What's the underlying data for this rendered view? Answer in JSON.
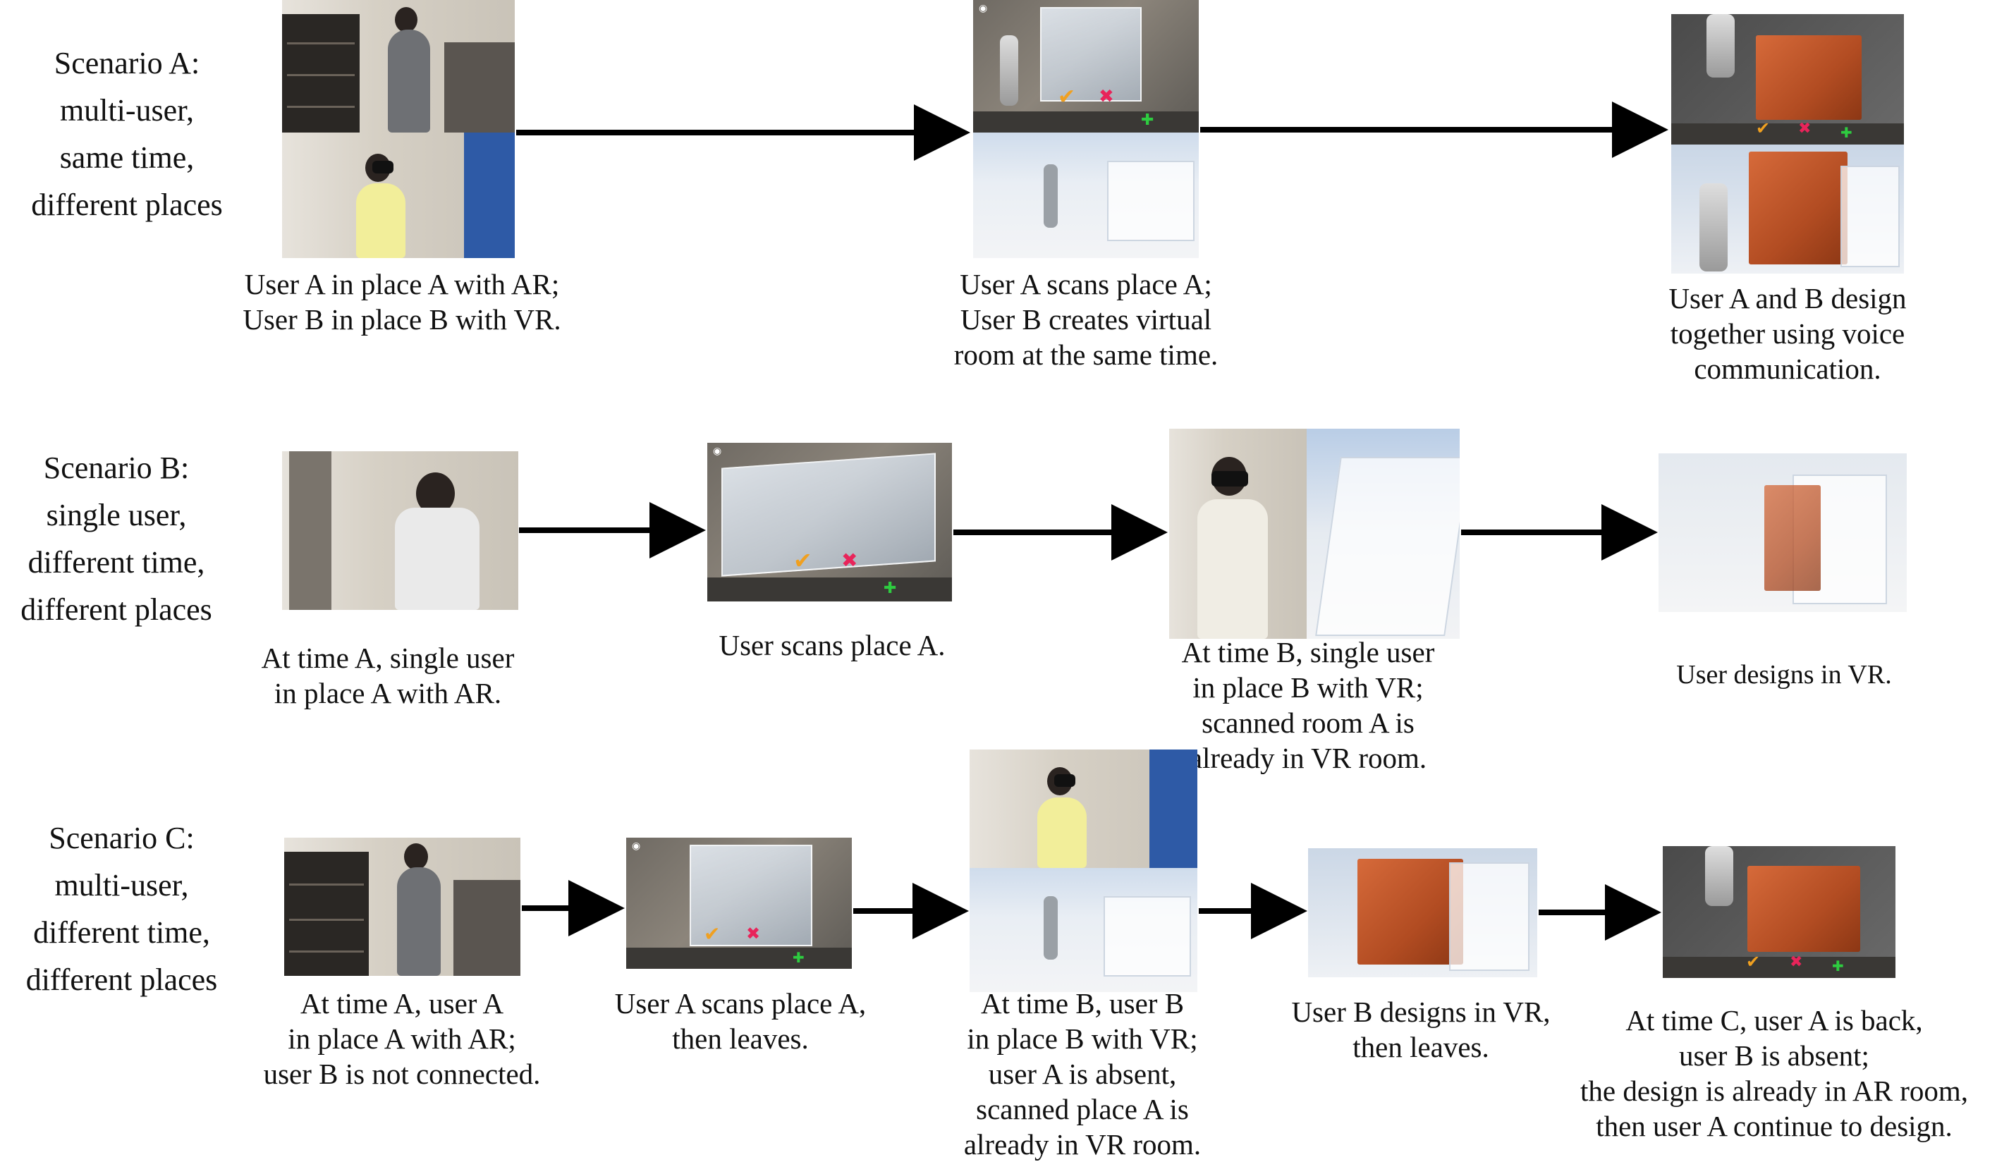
{
  "scenarios": [
    {
      "title": "Scenario A:\nmulti-user,\nsame time,\ndifferent places"
    },
    {
      "title": "Scenario B:\nsingle user,\ndifferent time,\ndifferent places"
    },
    {
      "title": "Scenario C:\nmulti-user,\ndifferent time,\ndifferent places"
    }
  ],
  "captions": {
    "a1": "User A in place A with AR;\nUser B in place B with VR.",
    "a2": "User A scans place A;\nUser B creates virtual\nroom at the same time.",
    "a3": "User A and B design\ntogether using voice\ncommunication.",
    "b1": "At time A, single user\nin place A with AR.",
    "b2": "User scans place A.",
    "b3": "At time B, single user\nin place B with VR;\nscanned room A is\nalready in VR room.",
    "b4": "User designs in VR.",
    "c1": "At time A, user A\nin place A with AR;\nuser B is not connected.",
    "c2": "User A scans place A,\nthen leaves.",
    "c3": "At time B, user B\nin place B with VR;\nuser A is absent,\nscanned place A is\nalready in VR room.",
    "c4": "User B designs in VR,\nthen leaves.",
    "c5": "At time C, user A is back,\nuser B is absent;\nthe design is already in AR room,\nthen user A continue to design."
  },
  "icons": {
    "check": "✔",
    "cross": "✖",
    "plus": "✚",
    "eye": "◉"
  },
  "colors": {
    "check": "#f0a020",
    "cross": "#e8245a",
    "plus": "#2ecc40",
    "chair": "#c85a2c",
    "vest": "#f2ee9a",
    "arrow": "#000000"
  }
}
